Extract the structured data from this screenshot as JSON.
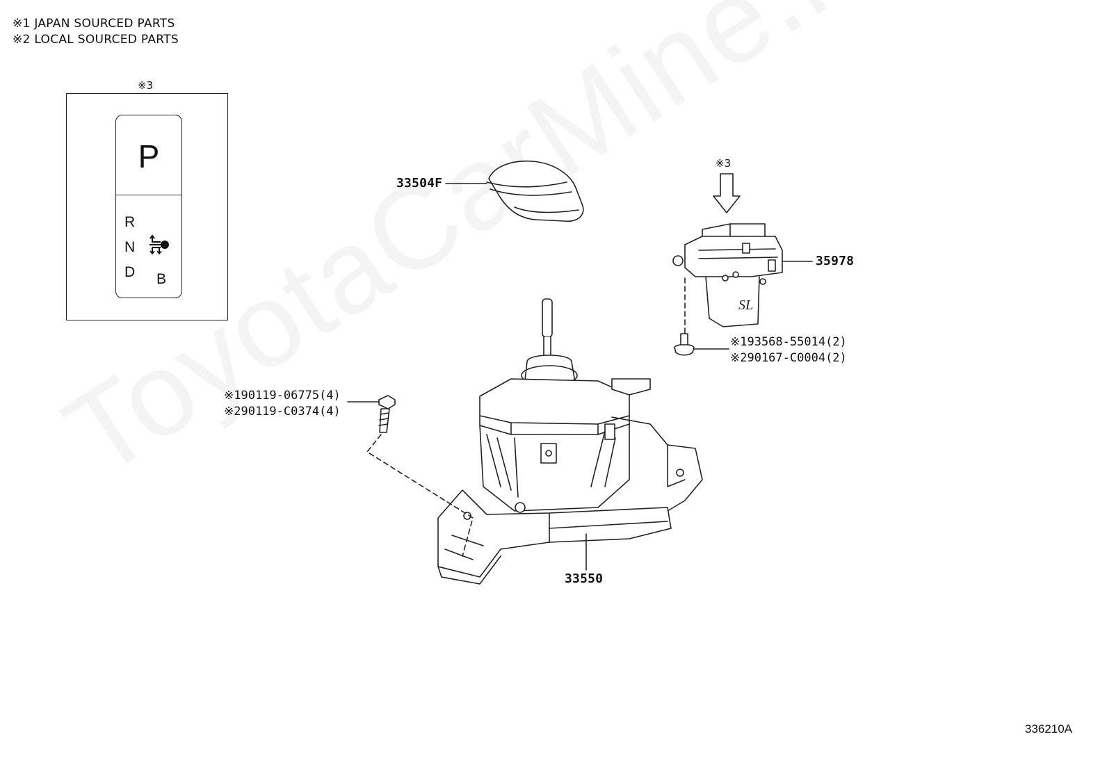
{
  "legend": {
    "line1": "※1 JAPAN SOURCED PARTS",
    "line2": "※2 LOCAL SOURCED PARTS"
  },
  "inset": {
    "note": "※3",
    "knob_top": "P",
    "knob_r": "R",
    "knob_n": "N",
    "knob_d": "D",
    "knob_b": "B"
  },
  "parts": {
    "knob": "33504F",
    "switch": "35978",
    "switch_note": "※3",
    "screw_a": "※193568-55014(2)",
    "screw_b": "※290167-C0004(2)",
    "bolt_a": "※190119-06775(4)",
    "bolt_b": "※290119-C0374(4)",
    "shifter": "33550",
    "switch_mark": "SL"
  },
  "watermark": "ToyotaCarMine.ru",
  "diagram_id": "336210A"
}
